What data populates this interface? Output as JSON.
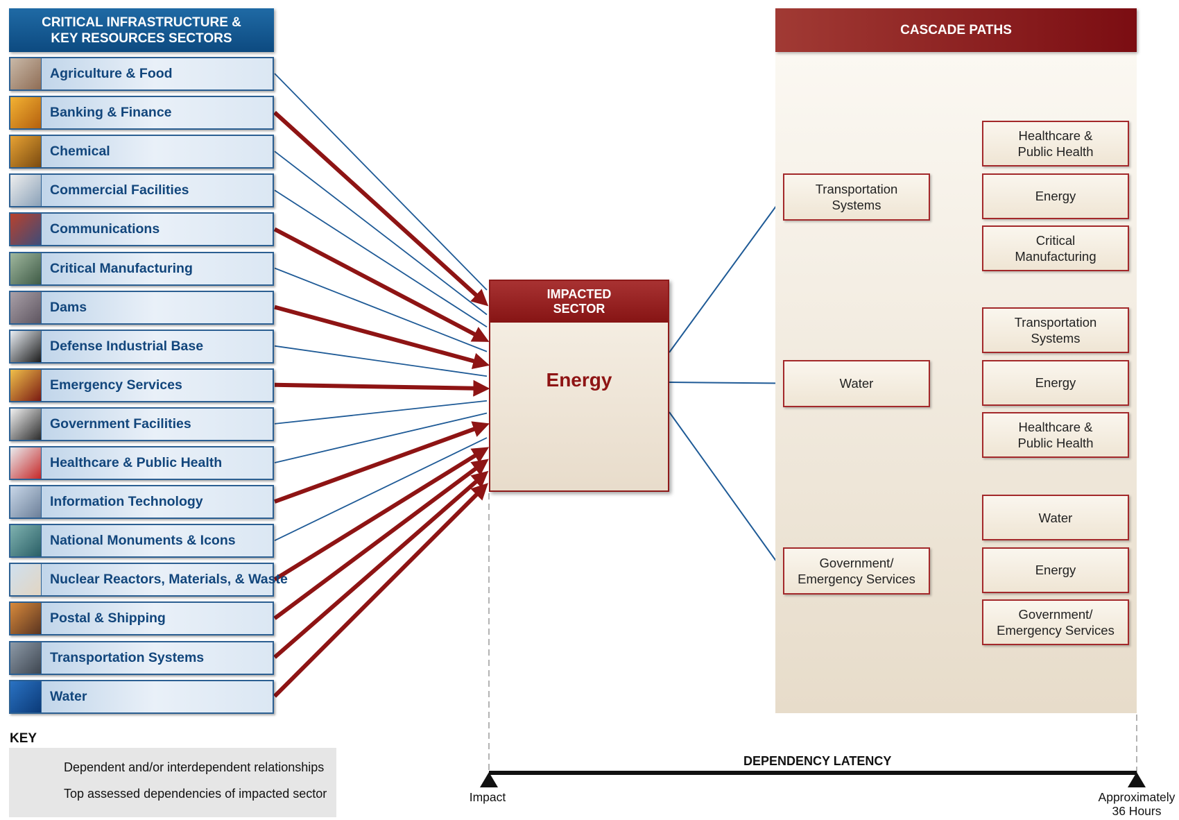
{
  "left_header": {
    "line1": "CRITICAL INFRASTRUCTURE &",
    "line2": "KEY RESOURCES SECTORS"
  },
  "sectors": [
    {
      "label": "Agriculture & Food",
      "top_dependency": false,
      "thumb": [
        "#c9b9a8",
        "#8f6d55"
      ]
    },
    {
      "label": "Banking & Finance",
      "top_dependency": true,
      "thumb": [
        "#f3b233",
        "#b4600e"
      ]
    },
    {
      "label": "Chemical",
      "top_dependency": false,
      "thumb": [
        "#e7a233",
        "#7a4a10"
      ]
    },
    {
      "label": "Commercial Facilities",
      "top_dependency": false,
      "thumb": [
        "#eeeeee",
        "#8aa1b8"
      ]
    },
    {
      "label": "Communications",
      "top_dependency": true,
      "thumb": [
        "#b8412d",
        "#3e4c79"
      ]
    },
    {
      "label": "Critical Manufacturing",
      "top_dependency": false,
      "thumb": [
        "#9fb79e",
        "#3f5b46"
      ]
    },
    {
      "label": "Dams",
      "top_dependency": true,
      "thumb": [
        "#a9a0a8",
        "#5e5560"
      ]
    },
    {
      "label": "Defense Industrial Base",
      "top_dependency": false,
      "thumb": [
        "#e9eef4",
        "#1c1c1c"
      ]
    },
    {
      "label": "Emergency Services",
      "top_dependency": true,
      "thumb": [
        "#f0c04a",
        "#7a1a12"
      ]
    },
    {
      "label": "Government Facilities",
      "top_dependency": false,
      "thumb": [
        "#f2f2f2",
        "#2c2c2c"
      ]
    },
    {
      "label": "Healthcare & Public Health",
      "top_dependency": false,
      "thumb": [
        "#e9ecef",
        "#c62828"
      ]
    },
    {
      "label": "Information Technology",
      "top_dependency": true,
      "thumb": [
        "#c8d7e8",
        "#6c7f99"
      ]
    },
    {
      "label": "National Monuments & Icons",
      "top_dependency": false,
      "thumb": [
        "#7fb2b0",
        "#2a5f66"
      ]
    },
    {
      "label": "Nuclear Reactors, Materials, & Waste",
      "top_dependency": true,
      "thumb": [
        "#cfe0ef",
        "#e2d5c2"
      ]
    },
    {
      "label": "Postal & Shipping",
      "top_dependency": true,
      "thumb": [
        "#d88a3c",
        "#5a3420"
      ]
    },
    {
      "label": "Transportation Systems",
      "top_dependency": true,
      "thumb": [
        "#8d9aa8",
        "#3e4650"
      ]
    },
    {
      "label": "Water",
      "top_dependency": true,
      "thumb": [
        "#2a72c2",
        "#0b3a78"
      ]
    }
  ],
  "impacted": {
    "header_line1": "IMPACTED",
    "header_line2": "SECTOR",
    "name": "Energy"
  },
  "cascade": {
    "header": "CASCADE PATHS",
    "paths": [
      {
        "lines": [
          "Transportation",
          "Systems"
        ],
        "children": [
          [
            "Healthcare &",
            "Public Health"
          ],
          [
            "Energy"
          ],
          [
            "Critical",
            "Manufacturing"
          ]
        ]
      },
      {
        "lines": [
          "Water"
        ],
        "children": [
          [
            "Transportation",
            "Systems"
          ],
          [
            "Energy"
          ],
          [
            "Healthcare &",
            "Public Health"
          ]
        ]
      },
      {
        "lines": [
          "Government/",
          "Emergency Services"
        ],
        "children": [
          [
            "Water"
          ],
          [
            "Energy"
          ],
          [
            "Government/",
            "Emergency Services"
          ]
        ]
      }
    ]
  },
  "key": {
    "title": "KEY",
    "blue_line": "Dependent and/or interdependent relationships",
    "red_arrow": "Top assessed dependencies of impacted sector"
  },
  "latency": {
    "title": "DEPENDENCY LATENCY",
    "start_label": "Impact",
    "end_label_line1": "Approximately",
    "end_label_line2": "36 Hours"
  },
  "colors": {
    "blue_line": "#1e5a96",
    "red_arrow": "#8e1414"
  }
}
